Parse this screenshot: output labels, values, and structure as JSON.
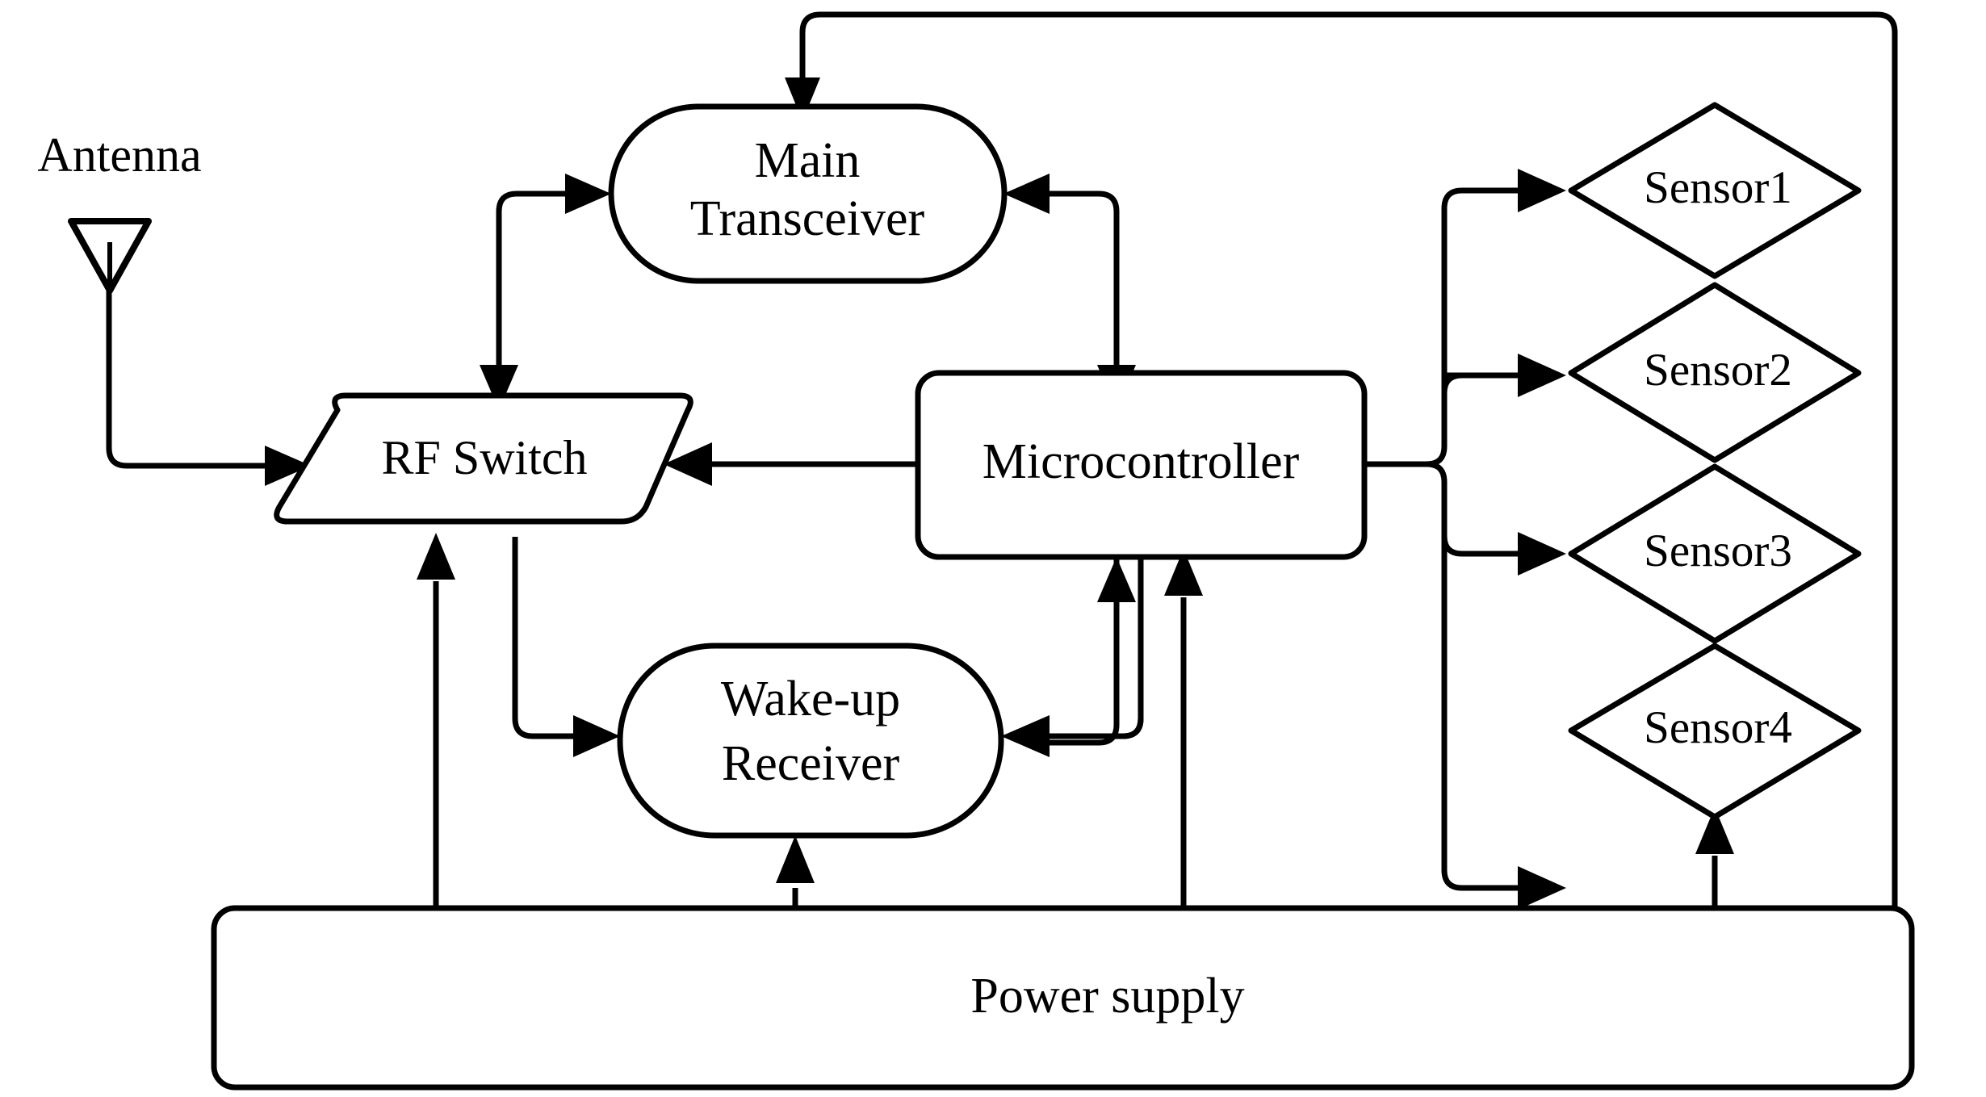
{
  "diagram": {
    "title": "Wake-up receiver wireless sensor node block diagram",
    "background_color": "#ffffff",
    "line_color": "#000000"
  },
  "labels": {
    "antenna": "Antenna",
    "main_transceiver_line1": "Main",
    "main_transceiver_line2": "Transceiver",
    "rf_switch": "RF Switch",
    "microcontroller": "Microcontroller",
    "wakeup_line1": "Wake-up",
    "wakeup_line2": "Receiver",
    "power_supply": "Power supply",
    "sensor1": "Sensor1",
    "sensor2": "Sensor2",
    "sensor3": "Sensor3",
    "sensor4": "Sensor4"
  },
  "nodes": [
    {
      "id": "antenna",
      "label": "Antenna",
      "shape": "antenna-symbol"
    },
    {
      "id": "main-transceiver",
      "label": "Main Transceiver",
      "shape": "stadium"
    },
    {
      "id": "rf-switch",
      "label": "RF Switch",
      "shape": "parallelogram"
    },
    {
      "id": "microcontroller",
      "label": "Microcontroller",
      "shape": "rounded-rect"
    },
    {
      "id": "wakeup-receiver",
      "label": "Wake-up Receiver",
      "shape": "stadium"
    },
    {
      "id": "power-supply",
      "label": "Power supply",
      "shape": "rounded-rect"
    },
    {
      "id": "sensor1",
      "label": "Sensor1",
      "shape": "diamond"
    },
    {
      "id": "sensor2",
      "label": "Sensor2",
      "shape": "diamond"
    },
    {
      "id": "sensor3",
      "label": "Sensor3",
      "shape": "diamond"
    },
    {
      "id": "sensor4",
      "label": "Sensor4",
      "shape": "diamond"
    }
  ],
  "connections": [
    {
      "from": "antenna",
      "to": "rf-switch",
      "direction": "one-way"
    },
    {
      "from": "rf-switch",
      "to": "main-transceiver",
      "direction": "two-way"
    },
    {
      "from": "rf-switch",
      "to": "wakeup-receiver",
      "direction": "one-way"
    },
    {
      "from": "main-transceiver",
      "to": "microcontroller",
      "direction": "two-way"
    },
    {
      "from": "microcontroller",
      "to": "rf-switch",
      "direction": "one-way"
    },
    {
      "from": "microcontroller",
      "to": "wakeup-receiver",
      "direction": "one-way"
    },
    {
      "from": "wakeup-receiver",
      "to": "microcontroller",
      "direction": "one-way"
    },
    {
      "from": "microcontroller",
      "to": "sensor1",
      "direction": "one-way"
    },
    {
      "from": "microcontroller",
      "to": "sensor2",
      "direction": "one-way"
    },
    {
      "from": "microcontroller",
      "to": "sensor3",
      "direction": "one-way"
    },
    {
      "from": "microcontroller",
      "to": "sensor4",
      "direction": "one-way"
    },
    {
      "from": "power-supply",
      "to": "rf-switch",
      "direction": "one-way"
    },
    {
      "from": "power-supply",
      "to": "wakeup-receiver",
      "direction": "one-way"
    },
    {
      "from": "power-supply",
      "to": "microcontroller",
      "direction": "one-way"
    },
    {
      "from": "power-supply",
      "to": "sensor4",
      "direction": "one-way"
    },
    {
      "from": "power-supply",
      "to": "main-transceiver",
      "direction": "one-way"
    }
  ]
}
